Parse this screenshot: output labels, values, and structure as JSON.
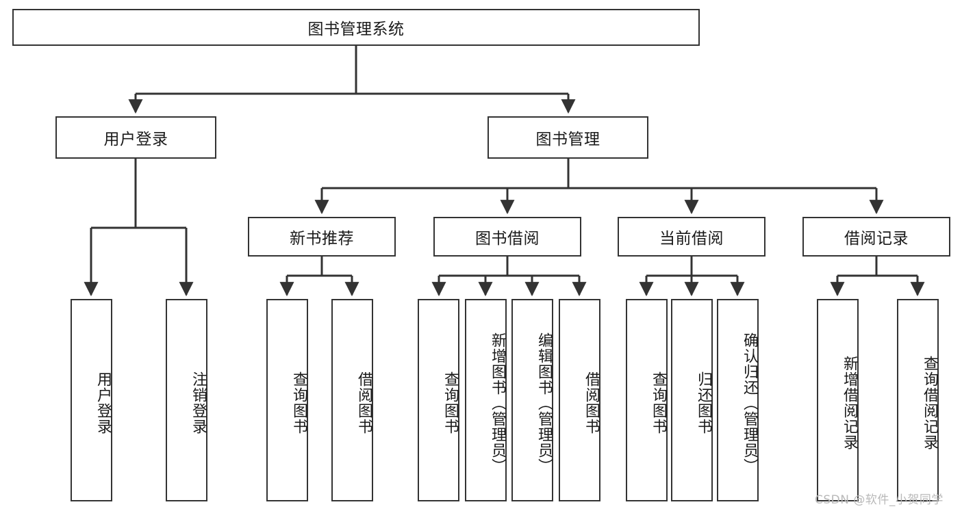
{
  "diagram": {
    "type": "hierarchy-tree",
    "title": "图书管理系统",
    "watermark": "CSDN @软件_小贺同学",
    "colors": {
      "line": "#333333",
      "box_border": "#333333",
      "background": "#ffffff",
      "text": "#1a1a1a",
      "watermark": "#b9b9b9"
    },
    "nodes": {
      "root": {
        "label": "图书管理系统",
        "level": 1,
        "orientation": "horizontal"
      },
      "l2": [
        {
          "id": "user-login",
          "label": "用户登录",
          "level": 2,
          "orientation": "horizontal"
        },
        {
          "id": "book-manage",
          "label": "图书管理",
          "level": 2,
          "orientation": "horizontal"
        }
      ],
      "l3": [
        {
          "id": "new-book-rec",
          "label": "新书推荐",
          "level": 3,
          "orientation": "horizontal"
        },
        {
          "id": "book-borrow",
          "label": "图书借阅",
          "level": 3,
          "orientation": "horizontal"
        },
        {
          "id": "current-borrow",
          "label": "当前借阅",
          "level": 3,
          "orientation": "horizontal"
        },
        {
          "id": "borrow-record",
          "label": "借阅记录",
          "level": 3,
          "orientation": "horizontal"
        }
      ],
      "leaves": [
        {
          "id": "leaf-user-login",
          "label": "用户登录",
          "parent": "user-login",
          "orientation": "vertical"
        },
        {
          "id": "leaf-logout",
          "label": "注销登录",
          "parent": "user-login",
          "orientation": "vertical"
        },
        {
          "id": "leaf-query-book-1",
          "label": "查询图书",
          "parent": "new-book-rec",
          "orientation": "vertical"
        },
        {
          "id": "leaf-borrow-book-1",
          "label": "借阅图书",
          "parent": "new-book-rec",
          "orientation": "vertical"
        },
        {
          "id": "leaf-query-book-2",
          "label": "查询图书",
          "parent": "book-borrow",
          "orientation": "vertical"
        },
        {
          "id": "leaf-add-book",
          "label": "新增图书（管理员）",
          "parent": "book-borrow",
          "orientation": "vertical"
        },
        {
          "id": "leaf-edit-book",
          "label": "编辑图书（管理员）",
          "parent": "book-borrow",
          "orientation": "vertical"
        },
        {
          "id": "leaf-borrow-book-2",
          "label": "借阅图书",
          "parent": "book-borrow",
          "orientation": "vertical"
        },
        {
          "id": "leaf-query-book-3",
          "label": "查询图书",
          "parent": "current-borrow",
          "orientation": "vertical"
        },
        {
          "id": "leaf-return-book",
          "label": "归还图书",
          "parent": "current-borrow",
          "orientation": "vertical"
        },
        {
          "id": "leaf-confirm-return",
          "label": "确认归还（管理员）",
          "parent": "current-borrow",
          "orientation": "vertical"
        },
        {
          "id": "leaf-add-record",
          "label": "新增借阅记录",
          "parent": "borrow-record",
          "orientation": "vertical"
        },
        {
          "id": "leaf-query-record",
          "label": "查询借阅记录",
          "parent": "borrow-record",
          "orientation": "vertical"
        }
      ]
    }
  }
}
